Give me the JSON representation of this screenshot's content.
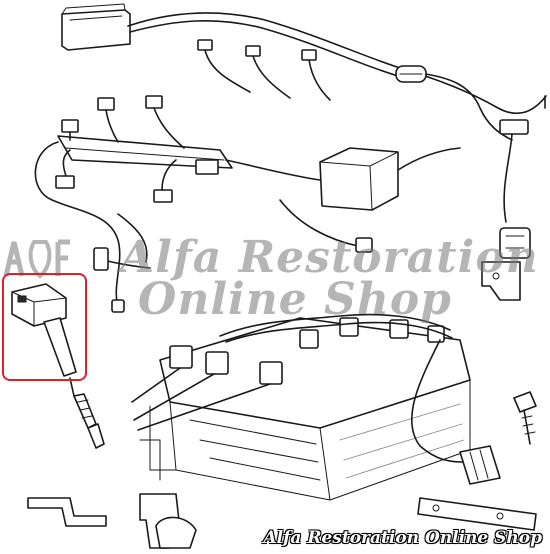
{
  "watermark": {
    "line1": "Alfa Restoration",
    "line2": "Online Shop"
  },
  "footer_watermark": "Alfa Restoration Online Shop",
  "colors": {
    "highlight": "#d8232a",
    "line": "#1a1a1a",
    "watermark": "#787878",
    "background": "#ffffff"
  },
  "highlighted_part": "ignition-coil-with-spark-plug"
}
